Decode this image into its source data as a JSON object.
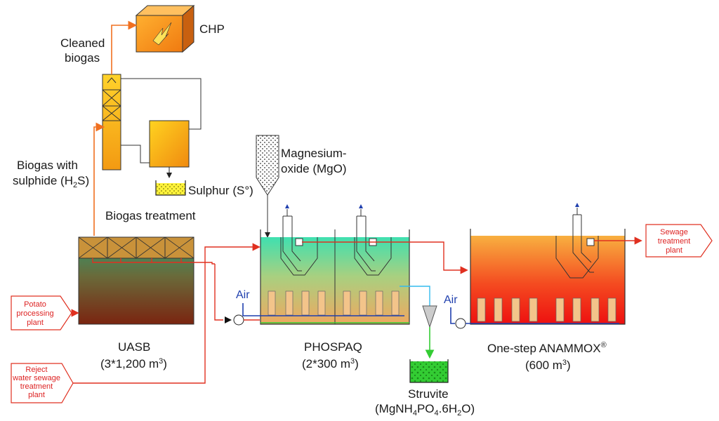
{
  "labels": {
    "chp": "CHP",
    "cleaned_biogas_line1": "Cleaned",
    "cleaned_biogas_line2": "biogas",
    "biogas_with_line1": "Biogas with",
    "biogas_with_line2": "sulphide (H",
    "biogas_with_sub": "2",
    "biogas_with_end": "S)",
    "sulphur": "Sulphur (S°)",
    "biogas_treatment": "Biogas treatment",
    "magnesium_line1": "Magnesium-",
    "magnesium_line2": "oxide (MgO)",
    "uasb_name": "UASB",
    "uasb_vol": "(3*1,200 m",
    "uasb_vol_sup": "3",
    "uasb_vol_end": ")",
    "phospaq_name": "PHOSPAQ",
    "phospaq_vol": "(2*300 m",
    "phospaq_vol_sup": "3",
    "phospaq_vol_end": ")",
    "anammox_name": "One-step ANAMMOX",
    "anammox_sup": "®",
    "anammox_vol": "(600 m",
    "anammox_vol_sup": "3",
    "anammox_vol_end": ")",
    "struvite_line1": "Struvite",
    "struvite_f1": "(MgNH",
    "struvite_s1": "4",
    "struvite_f2": "PO",
    "struvite_s2": "4",
    "struvite_f3": ".6H",
    "struvite_s3": "2",
    "struvite_f4": "O)",
    "air1": "Air",
    "air2": "Air",
    "potato_l1": "Potato",
    "potato_l2": "processing",
    "potato_l3": "plant",
    "reject_l1": "Reject",
    "reject_l2": "water sewage",
    "reject_l3": "treatment",
    "reject_l4": "plant",
    "sewage_l1": "Sewage",
    "sewage_l2": "treatment",
    "sewage_l3": "plant"
  },
  "colors": {
    "flow_red": "#e03020",
    "biogas_orange": "#f07020",
    "air_blue": "#1f3fae",
    "struvite_green": "#33cc33",
    "sky_blue": "#33bbee"
  }
}
